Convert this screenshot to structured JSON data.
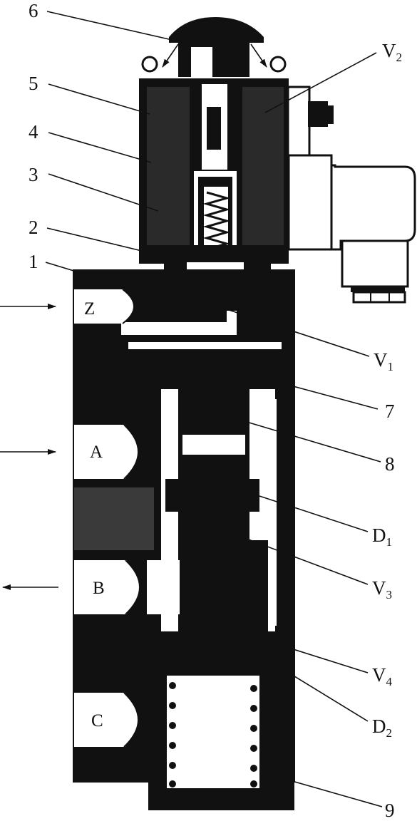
{
  "part_labels": {
    "l1": "1",
    "l2": "2",
    "l3": "3",
    "l4": "4",
    "l5": "5",
    "l6": "6",
    "l7": "7",
    "l8": "8",
    "l9": "9",
    "V1": {
      "main": "V",
      "sub": "1"
    },
    "V2": {
      "main": "V",
      "sub": "2"
    },
    "V3": {
      "main": "V",
      "sub": "3"
    },
    "V4": {
      "main": "V",
      "sub": "4"
    },
    "D1": {
      "main": "D",
      "sub": "1"
    },
    "D2": {
      "main": "D",
      "sub": "2"
    }
  },
  "ports": {
    "Z": "Z",
    "A": "A",
    "B": "B",
    "C": "C"
  },
  "flow_arrows": {
    "Z": "in",
    "A": "in",
    "B": "out"
  },
  "colors": {
    "ink": "#111111",
    "paper": "#ffffff"
  }
}
